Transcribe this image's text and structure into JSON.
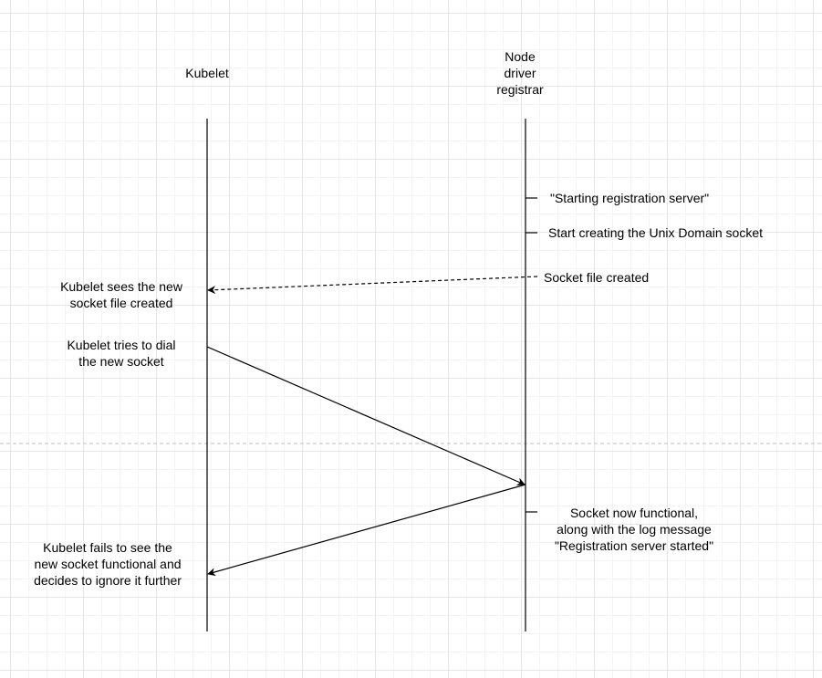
{
  "participants": {
    "kubelet": {
      "label": "Kubelet"
    },
    "registrar": {
      "label_lines": [
        "Node",
        "driver",
        "registrar"
      ]
    }
  },
  "notes": {
    "starting_server": "\"Starting registration server\"",
    "creating_socket": "Start creating the Unix Domain socket",
    "socket_created": "Socket file created",
    "socket_functional": [
      "Socket now functional,",
      "along with the log message",
      "\"Registration server started\""
    ]
  },
  "kubelet_notes": {
    "sees_socket": [
      "Kubelet sees the new",
      "socket file created"
    ],
    "tries_dial": [
      "Kubelet tries to dial",
      "the new socket"
    ],
    "fails_to_see": [
      "Kubelet fails to see the",
      "new socket functional and",
      "decides to ignore it further"
    ]
  },
  "colors": {
    "line": "#000000",
    "grid": "#e6e6e6",
    "page_break": "#bfbfbf"
  }
}
